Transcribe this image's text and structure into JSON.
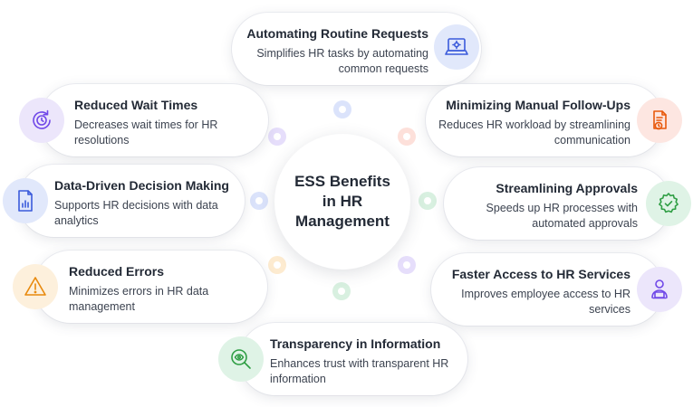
{
  "center": {
    "title": "ESS Benefits\nin HR\nManagement"
  },
  "benefits": [
    {
      "title": "Automating Routine Requests",
      "description": "Simplifies HR tasks by automating common requests",
      "icon": "laptop-gear-icon",
      "color": "#e1e8fb",
      "stroke": "#3b5bdb"
    },
    {
      "title": "Reduced Wait Times",
      "description": "Decreases wait times for HR resolutions",
      "icon": "clock-refresh-icon",
      "color": "#ece6fb",
      "stroke": "#7048e8"
    },
    {
      "title": "Minimizing Manual Follow-Ups",
      "description": "Reduces HR workload by streamlining communication",
      "icon": "document-clock-icon",
      "color": "#fde6e1",
      "stroke": "#e8590c"
    },
    {
      "title": "Data-Driven Decision Making",
      "description": "Supports HR decisions with data analytics",
      "icon": "report-chart-icon",
      "color": "#e1e8fb",
      "stroke": "#3b5bdb"
    },
    {
      "title": "Streamlining Approvals",
      "description": "Speeds up HR processes with automated approvals",
      "icon": "gear-check-icon",
      "color": "#dff3e6",
      "stroke": "#2f9e44"
    },
    {
      "title": "Reduced Errors",
      "description": "Minimizes errors in HR data management",
      "icon": "warning-icon",
      "color": "#fdf0dc",
      "stroke": "#e8890c"
    },
    {
      "title": "Faster Access to HR Services",
      "description": "Improves employee access to HR services",
      "icon": "user-laptop-icon",
      "color": "#ece6fb",
      "stroke": "#7048e8"
    },
    {
      "title": "Transparency in Information",
      "description": "Enhances trust with transparent HR information",
      "icon": "magnifier-eye-icon",
      "color": "#dff3e6",
      "stroke": "#2f9e44"
    }
  ],
  "dots": [
    {
      "color": "#dbe3fb"
    },
    {
      "color": "#e6defb"
    },
    {
      "color": "#fde0da"
    },
    {
      "color": "#dbe3fb"
    },
    {
      "color": "#d8f0e0"
    },
    {
      "color": "#fdebd0"
    },
    {
      "color": "#e6defb"
    },
    {
      "color": "#d8f0e0"
    }
  ]
}
